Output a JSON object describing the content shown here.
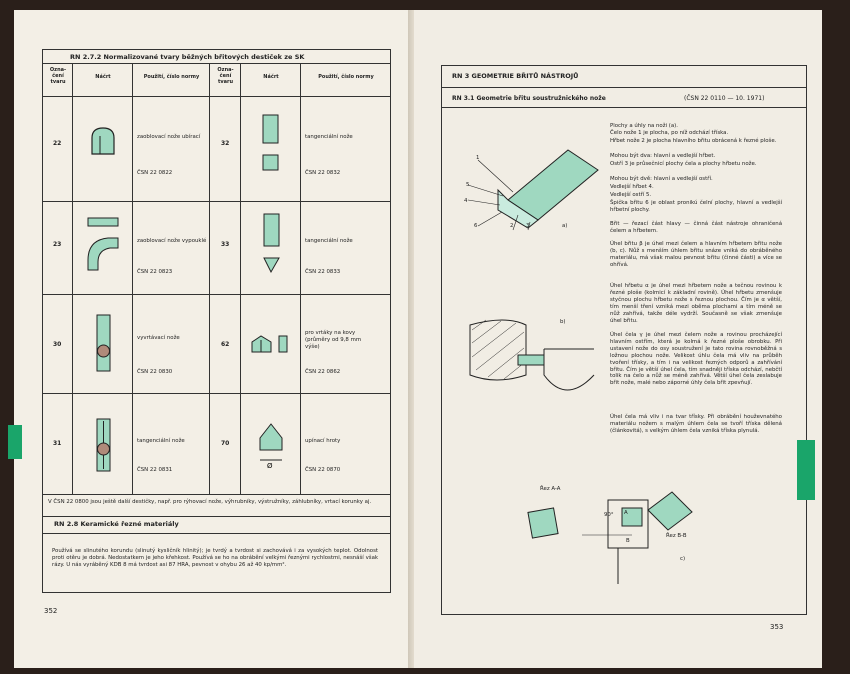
{
  "left_page": {
    "table_title": "RN 2.7.2 Normalizované tvary běžných břitových destiček ze SK",
    "col_headers": {
      "ozn": "Ozna-\nčení\ntvaru",
      "nacrt": "Náčrt",
      "pouziti": "Použití, číslo normy"
    },
    "rows": [
      {
        "l_num": "22",
        "l_desc": "zaoblovací nože ubírací",
        "l_norm": "ČSN 22 0822",
        "r_num": "32",
        "r_desc": "tangenciální nože",
        "r_norm": "ČSN 22 0832"
      },
      {
        "l_num": "23",
        "l_desc": "zaoblovací nože vypouklé",
        "l_norm": "ČSN 22 0823",
        "r_num": "33",
        "r_desc": "tangenciální nože",
        "r_norm": "ČSN 22 0833"
      },
      {
        "l_num": "30",
        "l_desc": "vyvrtávací nože",
        "l_norm": "ČSN 22 0830",
        "r_num": "62",
        "r_desc": "pro vrtáky na kovy (průměry od 9,8 mm výše)",
        "r_norm": "ČSN 22 0862"
      },
      {
        "l_num": "31",
        "l_desc": "tangenciální nože",
        "l_norm": "ČSN 22 0831",
        "r_num": "70",
        "r_desc": "upínací hroty",
        "r_norm": "ČSN 22 0870"
      }
    ],
    "footnote": "V ČSN 22 0800 jsou ještě další destičky, např. pro rýhovací nože, výhrubníky, výstružníky, záhlubníky, vrtací korunky aj.",
    "section2_title": "RN 2.8 Keramické řezné materiály",
    "section2_text": "Používá se slinutého korundu (slinutý kysličník hlinitý); je tvrdý a tvrdost si zachovává i za vysokých teplot. Odolnost proti otěru je dobrá. Nedostatkem je jeho křehkost. Používá se ho na obrábění velkými řeznými rychlostmi, nesnáší však rázy. U nás vyráběný KDB 8 má tvrdost asi 87 HRA, pevnost v ohybu 26 až 40 kp/mm².",
    "page_number": "352"
  },
  "right_page": {
    "section_title": "RN 3 GEOMETRIE BŘITŮ NÁSTROJŮ",
    "subsection_title": "RN 3.1 Geometrie břitu soustružnického nože",
    "subsection_norm": "(ČSN 22 0110 — 10. 1971)",
    "text_lines": [
      "Plochy a úhly na noži (a).",
      "Čelo nože 1 je plocha, po níž odchází tříska.",
      "Hřbet nože 2 je plocha hlavního břitu obrácená k řezné ploše.",
      "Mohou být dva: hlavní a vedlejší hřbet.",
      "Ostří 3 je průsečnicí plochy čela a plochy hřbetu nože.",
      "Mohou být dvě: hlavní a vedlejší ostří.",
      "Vedlejší hřbet 4.",
      "Vedlejší ostří 5.",
      "Špička břitu 6 je oblast pronikú čelní plochy, hlavní a vedlejší hřbetní plochy.",
      "Břit — řezací část hlavy — činná část nástroje ohraničená čelem a hřbetem."
    ],
    "para_beta": "Úhel břitu β je úhel mezi čelem a hlavním hřbetem břitu nože (b, c). Nůž s menším úhlem břitu snáze vniká do obráběného materiálu, má však malou pevnost břitu (činné části) a více se ohřívá.",
    "para_alpha": "Úhel hřbetu α je úhel mezi hřbetem nože a tečnou rovinou k řezné ploše (kolmicí k základní rovině). Úhel hřbetu zmenšuje styčnou plochu hřbetu nože s řeznou plochou. Čím je α větší, tím menší tření vzniká mezi oběma plochami a tím méně se nůž zahřívá, takže déle vydrží. Současně se však zmenšuje úhel břitu.",
    "para_gamma": "Úhel čela γ je úhel mezi čelem nože a rovinou procházející hlavním ostřím, která je kolmá k řezné ploše obrobku. Při ustavení nože do osy soustružení je tato rovina rovnoběžná s ložnou plochou nože. Velikost úhlu čela má vliv na průběh tvoření třísky, a tím i na velikost řezných odporů a zahřívání břitu. Čím je větší úhel čela, tím snadněji tříska odchází, nebčtí tolik na čelo a nůž se méně zahřívá. Větší úhel čela zeslabuje břit nože, malé nebo záporné úhly čela břit zpevňují.",
    "para_gamma2": "Úhel čela má vliv i na tvar třísky. Při obrábění houževnatého materiálu nožem s malým úhlem čela se tvoří tříska dělená (článkovitá), s velkým úhlem čela vzniká tříska plynulá.",
    "fig_labels": {
      "a": "a)",
      "b": "b)",
      "c": "c)",
      "rez_aa": "Řez A-A",
      "rez_bb": "Řez B-B",
      "n1": "1",
      "n2": "2",
      "n3": "3",
      "n4": "4",
      "n5": "5",
      "n6": "6",
      "ninety": "90°",
      "A": "A",
      "B": "B"
    },
    "page_number": "353"
  },
  "colors": {
    "accent_green": "#1aa56a",
    "sketch_fill": "#9fd8c0",
    "paper": "#f3efe6"
  }
}
